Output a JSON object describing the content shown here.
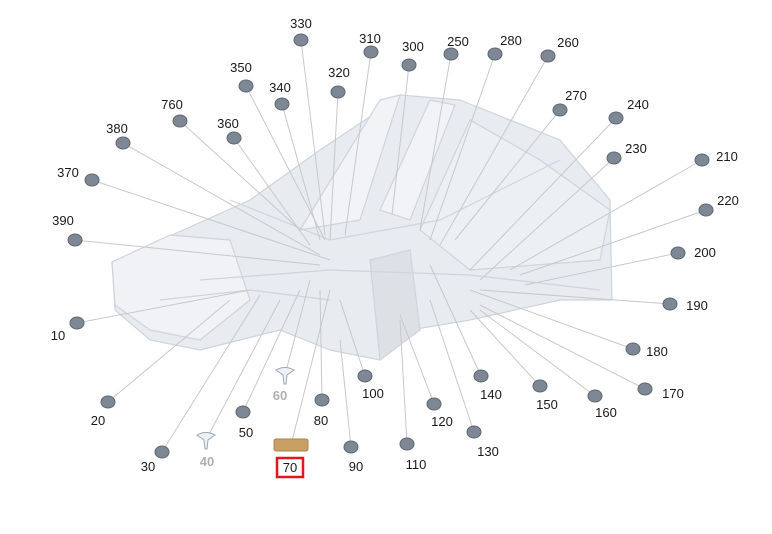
{
  "diagram": {
    "colors": {
      "frame": "#e8ebef",
      "frame_edge": "#cfd4db",
      "part": "#7d8894",
      "label": "#1a1a1a",
      "unavailable": "#b0b0b0",
      "selected_box": "#e8141c",
      "clip": "#c9a064"
    },
    "selected_part": "70",
    "parts": [
      {
        "number": "330",
        "status": "available"
      },
      {
        "number": "310",
        "status": "available"
      },
      {
        "number": "300",
        "status": "available"
      },
      {
        "number": "250",
        "status": "available"
      },
      {
        "number": "280",
        "status": "available"
      },
      {
        "number": "260",
        "status": "available"
      },
      {
        "number": "350",
        "status": "available"
      },
      {
        "number": "340",
        "status": "available"
      },
      {
        "number": "320",
        "status": "available"
      },
      {
        "number": "760",
        "status": "available"
      },
      {
        "number": "270",
        "status": "available"
      },
      {
        "number": "240",
        "status": "available"
      },
      {
        "number": "380",
        "status": "available"
      },
      {
        "number": "360",
        "status": "available"
      },
      {
        "number": "230",
        "status": "available"
      },
      {
        "number": "210",
        "status": "available"
      },
      {
        "number": "370",
        "status": "available"
      },
      {
        "number": "220",
        "status": "available"
      },
      {
        "number": "390",
        "status": "available"
      },
      {
        "number": "200",
        "status": "available"
      },
      {
        "number": "10",
        "status": "available"
      },
      {
        "number": "190",
        "status": "available"
      },
      {
        "number": "180",
        "status": "available"
      },
      {
        "number": "170",
        "status": "available"
      },
      {
        "number": "20",
        "status": "available"
      },
      {
        "number": "100",
        "status": "available"
      },
      {
        "number": "140",
        "status": "available"
      },
      {
        "number": "150",
        "status": "available"
      },
      {
        "number": "160",
        "status": "available"
      },
      {
        "number": "60",
        "status": "unavailable"
      },
      {
        "number": "80",
        "status": "available"
      },
      {
        "number": "120",
        "status": "available"
      },
      {
        "number": "50",
        "status": "available"
      },
      {
        "number": "130",
        "status": "available"
      },
      {
        "number": "30",
        "status": "available"
      },
      {
        "number": "40",
        "status": "unavailable"
      },
      {
        "number": "70",
        "status": "selected"
      },
      {
        "number": "90",
        "status": "available"
      },
      {
        "number": "110",
        "status": "available"
      }
    ]
  }
}
